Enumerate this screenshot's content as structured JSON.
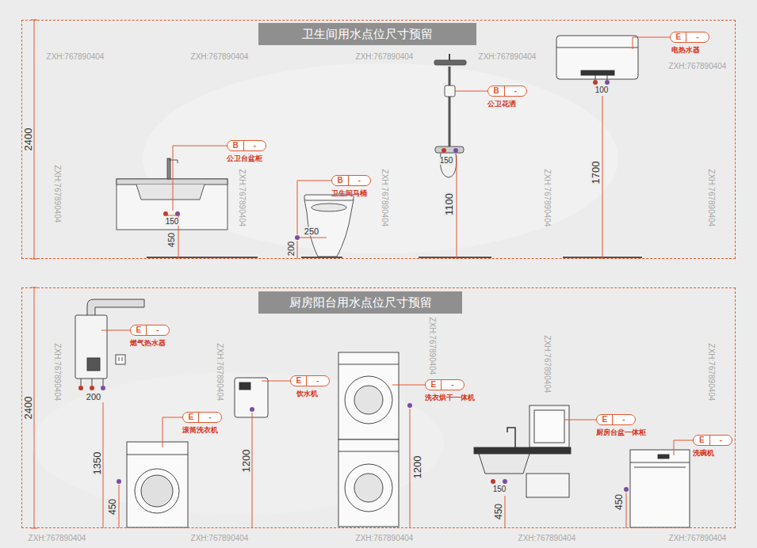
{
  "diagram": {
    "nodes": [
      {
        "text": [
          "卫生间用水点位尺寸预留"
        ]
      },
      {
        "text": [
          "B",
          "-",
          "公卫台盆柜"
        ],
        "in": 0
      },
      {
        "text": [
          "B",
          "-",
          "卫生间马桶"
        ],
        "in": 0
      },
      {
        "text": [
          "B",
          "-",
          "公卫花洒"
        ],
        "in": 0
      },
      {
        "text": [
          "E",
          "-",
          "电热水器"
        ],
        "in": 0
      },
      {
        "text": [
          "厨房阳台用水点位尺寸预留"
        ]
      },
      {
        "text": [
          "E",
          "-",
          "燃气热水器"
        ],
        "in": 5
      },
      {
        "text": [
          "E",
          "-",
          "滚筒洗衣机"
        ],
        "in": 5
      },
      {
        "text": [
          "E",
          "-",
          "饮水机"
        ],
        "in": 5
      },
      {
        "text": [
          "E",
          "-",
          "洗衣烘干一体机"
        ],
        "in": 5
      },
      {
        "text": [
          "E",
          "-",
          "厨房台盆一体柜"
        ],
        "in": 5
      },
      {
        "text": [
          "E",
          "-",
          "洗碗机"
        ],
        "in": 5
      }
    ],
    "labels": [
      "2400",
      "150",
      "450",
      "250",
      "200",
      "150",
      "1100",
      "100",
      "1700",
      "2400",
      "200",
      "1350",
      "450",
      "1200",
      "1200",
      "150",
      "450",
      "450",
      "ZXH:767890404",
      "ZXH:767890404",
      "ZXH:767890404",
      "ZXH:767890404",
      "ZXH:767890404",
      "ZXH:767890404",
      "ZXH:767890404",
      "ZXH:767890404",
      "ZXH:767890404",
      "ZXH:767890404",
      "ZXH:767890404",
      "ZXH:767890404",
      "ZXH:767890404",
      "ZXH:767890404",
      "ZXH:767890404",
      "ZXH:767890404",
      "ZXH:767890404",
      "ZXH:767890404",
      "ZXH:767890404",
      "ZXH:767890404"
    ]
  }
}
